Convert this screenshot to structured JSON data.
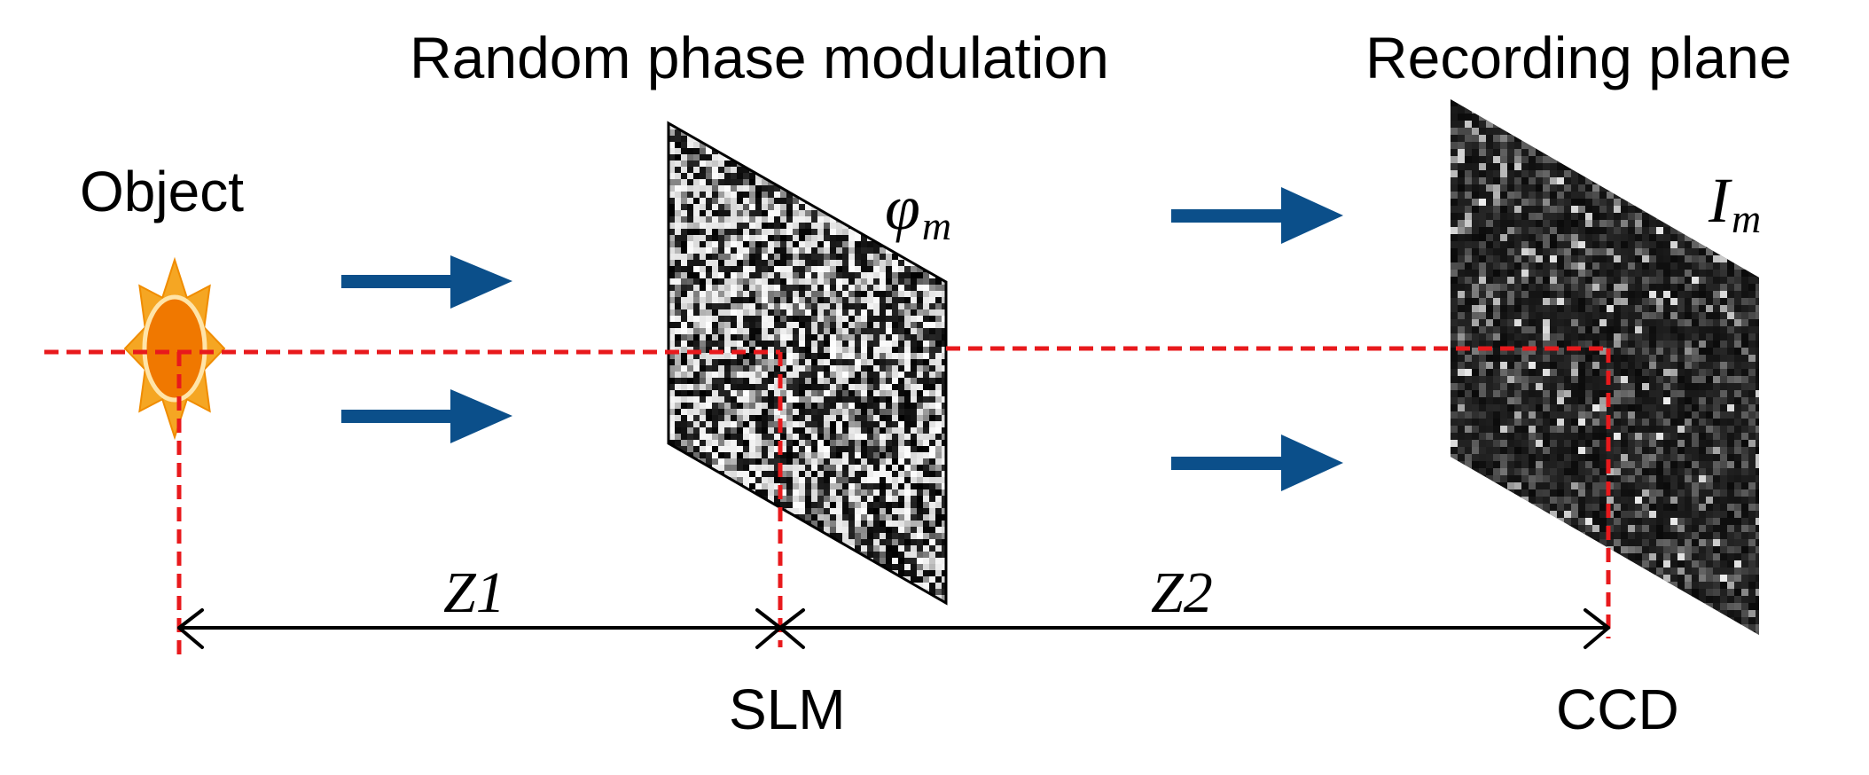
{
  "labels": {
    "title_modulation": "Random phase  modulation",
    "title_recording": "Recording plane",
    "object": "Object",
    "phi_base": "φ",
    "phi_sub": "m",
    "i_base": "I",
    "i_sub": "m",
    "z1": "Z1",
    "z2": "Z2",
    "slm": "SLM",
    "ccd": "CCD"
  },
  "colors": {
    "arrow": "#0b4f8a",
    "beam": "#e8191c",
    "source_fill": "#f07800",
    "source_ray": "#f5a623",
    "ccd_panel": "#141414"
  },
  "icons": {
    "source": "light-source-sun-icon"
  }
}
